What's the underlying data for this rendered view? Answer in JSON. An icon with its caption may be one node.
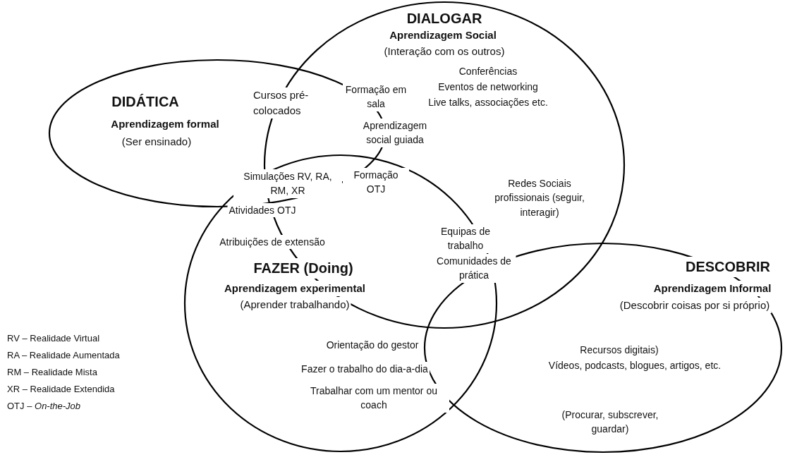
{
  "diagram": {
    "nodes": [
      {
        "text": [
          "DIDÁTICA",
          "Aprendizagem formal",
          "(Ser ensinado)",
          "Cursos pré-colocados"
        ]
      },
      {
        "text": [
          "DIALOGAR",
          "Aprendizagem Social",
          "(Interação com os outros)",
          "Conferências",
          "Eventos de networking",
          "Live talks, associações etc."
        ]
      },
      {
        "text": [
          "Atribuições de extensão",
          "**FAZER (D**oing)",
          "Aprendizagem experimental",
          "(Aprender trabalhando)",
          "Orientação do gestor",
          "Fazer o trabalho do dia-a-dia",
          "Trabalhar com um mentor ou coach"
        ]
      },
      {
        "text": [
          "DESCOBRIR",
          "Aprendizagem Informal",
          "(Descobrir coisas por si próprio)",
          "Recursos digitais)",
          "Vídeos, podcasts, blogues, artigos, etc.",
          "(Procurar, subscrever, guardar)"
        ]
      }
    ],
    "labels": [
      "Formação em sala",
      "Aprendizagem social guiada",
      "Formação OTJ",
      "Simulações RV, RA, RM, XR",
      "Atividades OTJ",
      "Redes Sociais profissionais (seguir, interagir)",
      "Equipas de trabalho",
      "Comunidades de prática",
      "RV – Realidade Virtual",
      "RA – Realidade Aumentada",
      "RM – Realidade Mista",
      "XR – Realidade Extendida",
      "OTJ – *On-the-Job*"
    ]
  }
}
